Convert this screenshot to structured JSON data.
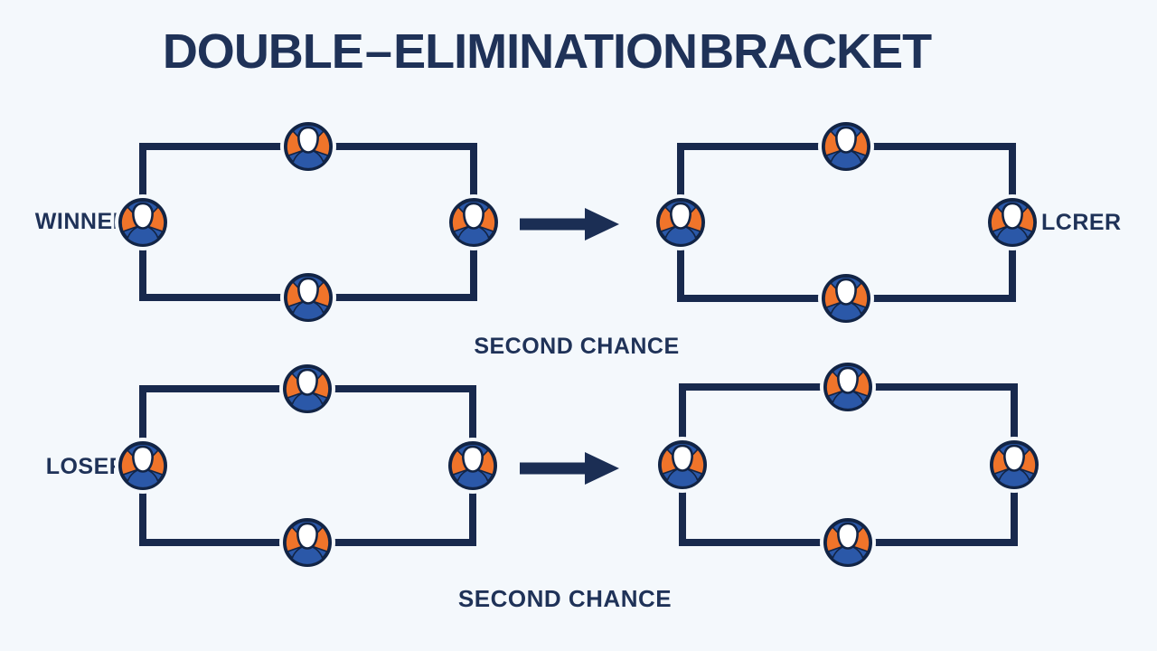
{
  "title": "DOUBLE – ELIMINATION BRACKET",
  "bracket_rows": [
    {
      "left_label": "WINNER",
      "right_label": "LCRER",
      "caption": "SECOND CHANCE"
    },
    {
      "left_label": "LOSER",
      "caption": "SECOND CHANCE"
    }
  ],
  "icon_names": {
    "node": "player-avatar-icon",
    "arrow": "right-arrow-icon"
  },
  "colors": {
    "background": "#f4f8fc",
    "line_navy": "#18294d",
    "text_navy": "#1f3258",
    "icon_blue": "#2b58a8",
    "icon_orange": "#f0742a",
    "icon_outline": "#122445",
    "icon_head": "#ffffff"
  }
}
